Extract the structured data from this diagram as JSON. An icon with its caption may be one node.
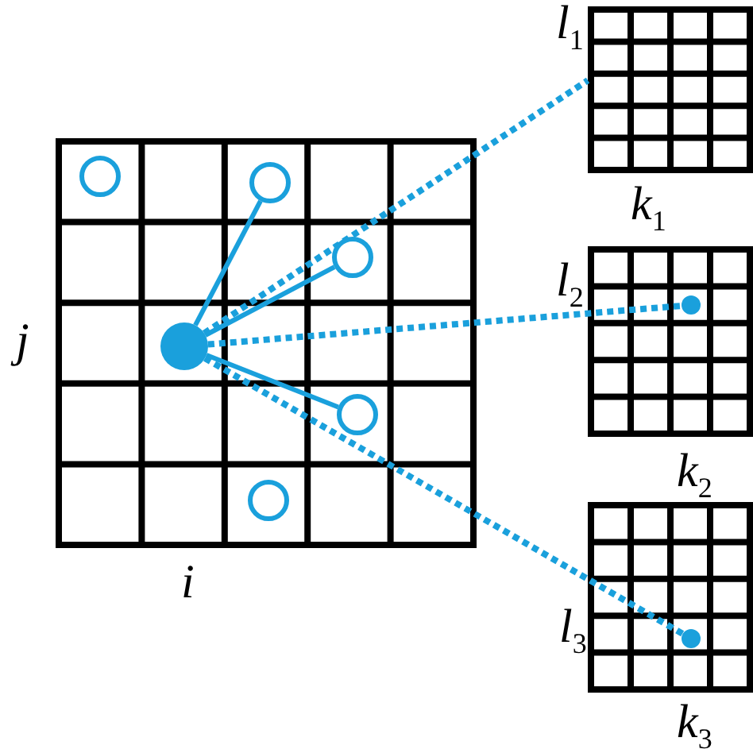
{
  "diagram": {
    "nodes": [
      {
        "text": [],
        "shape": "grid",
        "beside": [
          "j",
          "i"
        ]
      },
      {
        "text": [],
        "shape": "circle",
        "in": 0
      },
      {
        "text": [],
        "shape": "circle",
        "in": 0
      },
      {
        "text": [],
        "shape": "circle",
        "in": 0
      },
      {
        "text": [],
        "shape": "dot",
        "in": 0
      },
      {
        "text": [],
        "shape": "circle",
        "in": 0
      },
      {
        "text": [],
        "shape": "circle",
        "in": 0
      },
      {
        "text": [],
        "shape": "grid",
        "beside": [
          "l$_{1}$",
          "k$_{1}$"
        ]
      },
      {
        "text": [],
        "shape": "grid",
        "beside": [
          "l$_{2}$",
          "k$_{2}$"
        ]
      },
      {
        "text": [],
        "shape": "dot",
        "in": 8
      },
      {
        "text": [],
        "shape": "grid",
        "beside": [
          "l$_{3}$",
          "k$_{3}$"
        ]
      },
      {
        "text": [],
        "shape": "dot",
        "in": 10
      }
    ],
    "edges": [
      {
        "from": 4,
        "to": 2,
        "arrow": "none"
      },
      {
        "from": 4,
        "to": 3,
        "arrow": "none"
      },
      {
        "from": 4,
        "to": 5,
        "arrow": "none"
      },
      {
        "from": 4,
        "to": 7,
        "arrow": "none",
        "style": "dashed"
      },
      {
        "from": 4,
        "to": 9,
        "arrow": "none",
        "style": "dashed"
      },
      {
        "from": 4,
        "to": 11,
        "arrow": "none",
        "style": "dashed"
      }
    ]
  }
}
